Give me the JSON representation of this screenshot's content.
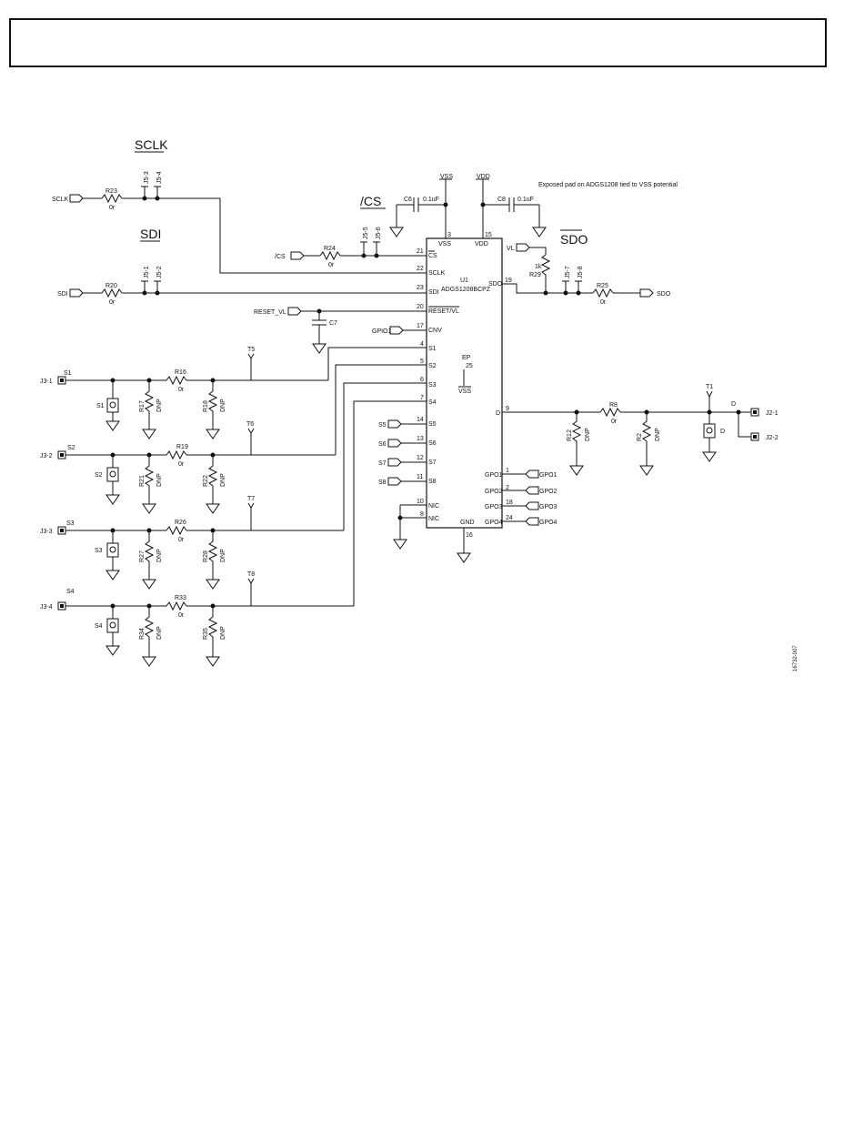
{
  "header": {
    "text": ""
  },
  "figure_id": "16732-007",
  "note": "Exposed pad on ADGS1208 tied to VSS potential",
  "ic": {
    "ref": "U1",
    "part": "ADGS1208BCPZ",
    "left_pins": [
      {
        "num": "21",
        "name": "CS"
      },
      {
        "num": "22",
        "name": "SCLK"
      },
      {
        "num": "23",
        "name": "SDI"
      },
      {
        "num": "20",
        "name": "RESET/VL"
      },
      {
        "num": "17",
        "name": "CNV"
      },
      {
        "num": "4",
        "name": "S1"
      },
      {
        "num": "5",
        "name": "S2"
      },
      {
        "num": "6",
        "name": "S3"
      },
      {
        "num": "7",
        "name": "S4"
      },
      {
        "num": "14",
        "name": "S5"
      },
      {
        "num": "13",
        "name": "S6"
      },
      {
        "num": "12",
        "name": "S7"
      },
      {
        "num": "11",
        "name": "S8"
      },
      {
        "num": "10",
        "name": "NIC"
      },
      {
        "num": "8",
        "name": "NIC"
      }
    ],
    "right_pins": [
      {
        "num": "19",
        "name": "SDO"
      },
      {
        "num": "9",
        "name": "D"
      },
      {
        "num": "1",
        "name": "GPO1"
      },
      {
        "num": "2",
        "name": "GPO2"
      },
      {
        "num": "18",
        "name": "GPO3"
      },
      {
        "num": "24",
        "name": "GPO4"
      }
    ],
    "top_pins": [
      {
        "num": "3",
        "name": "VSS"
      },
      {
        "num": "15",
        "name": "VDD"
      }
    ],
    "bottom_pin": {
      "num": "16",
      "name": "GND"
    },
    "ep": {
      "label": "EP",
      "num": "25",
      "net": "VSS"
    }
  },
  "bus_titles": {
    "sclk": "SCLK",
    "sdi": "SDI",
    "cs": "/CS",
    "sdo": "SDO"
  },
  "jumpers": {
    "sclk": [
      "J5-3",
      "J5-4"
    ],
    "sdi": [
      "J5-1",
      "J5-2"
    ],
    "cs": [
      "J5-5",
      "J5-6"
    ],
    "sdo": [
      "J5-7",
      "J5-8"
    ]
  },
  "ports": {
    "sclk": "SCLK",
    "sdi": "SDI",
    "cs": "/CS",
    "reset": "RESET_VL",
    "gpio1": "GPIO1",
    "sdo": "SDO",
    "vl": "VL",
    "s5": "S5",
    "s6": "S6",
    "s7": "S7",
    "s8": "S8",
    "gpo1": "GPO1",
    "gpo2": "GPO2",
    "gpo3": "GPO3",
    "gpo4": "GPO4"
  },
  "power": {
    "vss": "VSS",
    "vdd": "VDD"
  },
  "capacitors": [
    {
      "ref": "C6",
      "value": "0.1uF"
    },
    {
      "ref": "C8",
      "value": "0.1uF"
    },
    {
      "ref": "C7",
      "value": ""
    }
  ],
  "resistors": {
    "r23": {
      "ref": "R23",
      "value": "0r"
    },
    "r20": {
      "ref": "R20",
      "value": "0r"
    },
    "r24": {
      "ref": "R24",
      "value": "0r"
    },
    "r25": {
      "ref": "R25",
      "value": "0r"
    },
    "r29": {
      "ref": "R29",
      "value": "1k"
    },
    "r8": {
      "ref": "R8",
      "value": "0r"
    },
    "r12": {
      "ref": "R12",
      "value": "DNP"
    },
    "r2": {
      "ref": "R2",
      "value": "DNP"
    }
  },
  "channels": [
    {
      "conn": "J3-1",
      "net": "S1",
      "smb": "S1",
      "tp": "T5",
      "series": "R16",
      "series_val": "0r",
      "sh1": "R17",
      "sh2": "R18",
      "dnp": "DNP"
    },
    {
      "conn": "J3-2",
      "net": "S2",
      "smb": "S2",
      "tp": "T6",
      "series": "R19",
      "series_val": "0r",
      "sh1": "R21",
      "sh2": "R22",
      "dnp": "DNP"
    },
    {
      "conn": "J3-3",
      "net": "S3",
      "smb": "S3",
      "tp": "T7",
      "series": "R26",
      "series_val": "0r",
      "sh1": "R27",
      "sh2": "R28",
      "dnp": "DNP"
    },
    {
      "conn": "J3-4",
      "net": "S4",
      "smb": "S4",
      "tp": "T8",
      "series": "R33",
      "series_val": "0r",
      "sh1": "R34",
      "sh2": "R35",
      "dnp": "DNP"
    }
  ],
  "drain": {
    "tp": "T1",
    "net": "D",
    "smb": "D",
    "conn1": "J2-1",
    "conn2": "J2-2"
  }
}
